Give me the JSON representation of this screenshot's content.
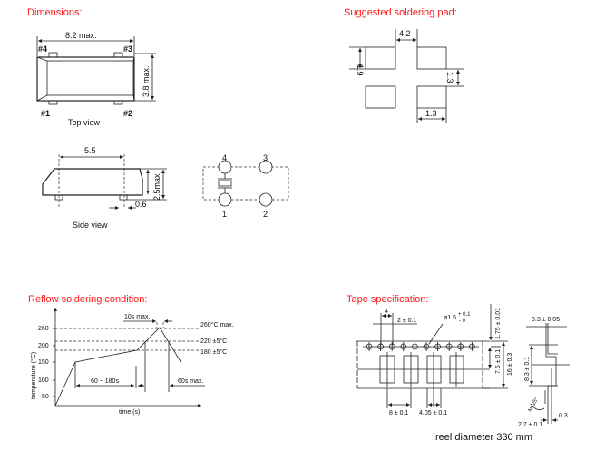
{
  "dimensions": {
    "title": "Dimensions:",
    "width_label": "8.2 max.",
    "height_label": "3.8 max.",
    "pins": [
      "#1",
      "#2",
      "#3",
      "#4"
    ],
    "top_view_label": "Top view",
    "side_pitch": "5.5",
    "side_height": "2.5max",
    "side_pin": "0.6",
    "side_view_label": "Side view",
    "schematic_pins": [
      "1",
      "2",
      "3",
      "4"
    ]
  },
  "pad": {
    "title": "Suggested soldering pad:",
    "gap": "4.2",
    "pad_height": "1.9",
    "row_gap": "1.3",
    "pad_width": "1.3"
  },
  "reflow": {
    "title": "Reflow soldering condition:",
    "ylabel": "temperature (°C)",
    "xlabel": "time (s)",
    "yticks": [
      "260",
      "200",
      "150",
      "100",
      "50"
    ],
    "peak_label": "260°C max.",
    "l220": "220 ±5°C",
    "l180": "180 ±5°C",
    "peak_time": "10s max.",
    "preheat": "60 ~ 180s",
    "above": "60s max."
  },
  "tape": {
    "title": "Tape specification:",
    "hole_pitch": "4",
    "hole_offset": "2 ± 0.1",
    "hole_dia": "ø1.5",
    "hole_tol_plus": "+ 0.1",
    "hole_tol_minus": "- 0",
    "edge": "1.75 ± 0.01",
    "center": "7.5 ± 0.1",
    "width": "16 ± 0.3",
    "pocket_pitch": "8 ± 0.1",
    "pocket_width": "4.05 ± 0.1",
    "thickness": "0.3 ± 0.05",
    "pocket_depth": "8.3 ± 0.1",
    "angle": "Mx25°",
    "cover": "0.3",
    "depth": "2.7 ± 0.1",
    "reel": "reel diameter 330 mm"
  }
}
